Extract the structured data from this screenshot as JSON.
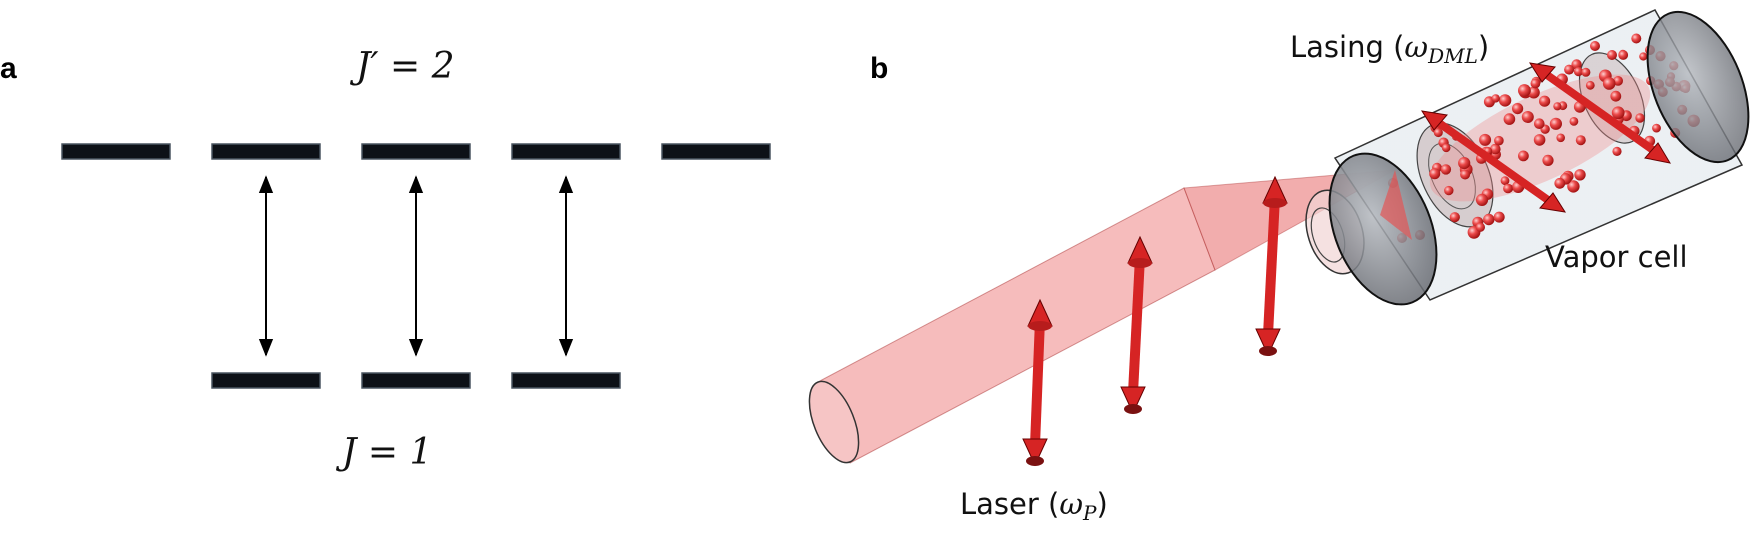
{
  "panel_a": {
    "label": "a",
    "upper_level": "J′ = 2",
    "lower_level": "J = 1",
    "upper_sublevel_count": 5,
    "lower_sublevel_count": 3,
    "transition_count": 3
  },
  "panel_b": {
    "label": "b",
    "lasing_label": {
      "prefix": "Lasing (",
      "symbol": "ω",
      "subscript": "DML",
      "suffix": ")"
    },
    "vapor_cell_label": "Vapor cell",
    "laser_label": {
      "prefix": "Laser (",
      "symbol": "ω",
      "subscript": "P",
      "suffix": ")"
    }
  },
  "colors": {
    "level_fill": "#0d1117",
    "level_outline": "#4a5560",
    "beam": "#e65d5d",
    "arrow": "#d62424",
    "cell_glass": "#c9d3dc",
    "mirror": "#7c7f86",
    "atom": "#e03434"
  },
  "icons": {
    "transition": "double-headed-arrow-icon",
    "polarization": "polarization-arrow-icon",
    "atom": "atom-sphere-icon"
  }
}
